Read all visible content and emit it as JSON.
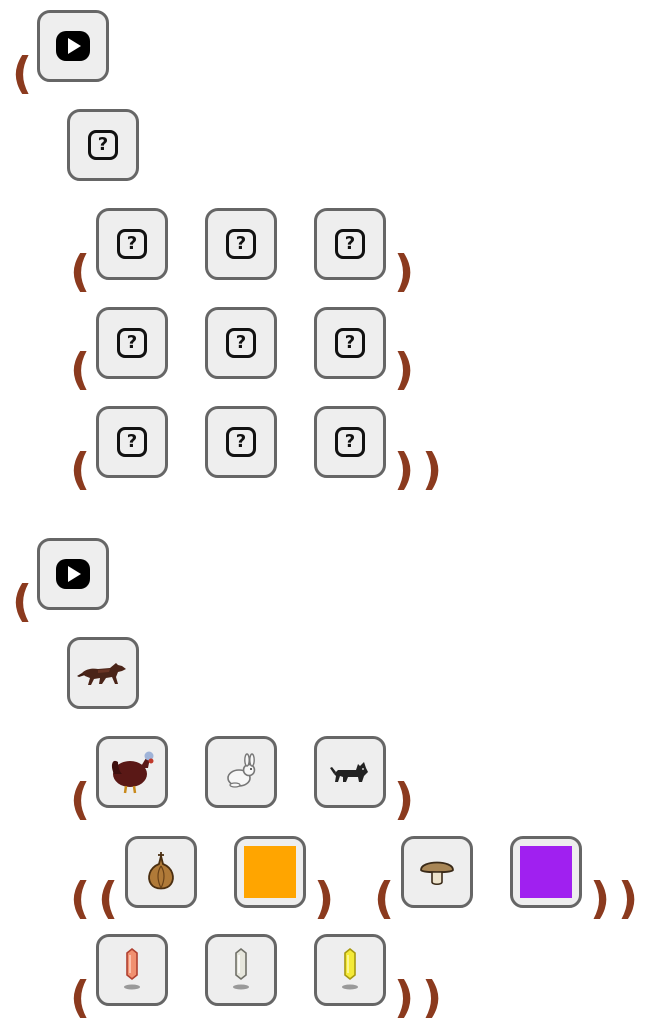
{
  "colors": {
    "paren": "#8b3a1e",
    "tile_border": "#666666",
    "tile_bg": "#eeeeee",
    "orange_swatch": "#ffa500",
    "purple_swatch": "#a020f0"
  },
  "glyphs": {
    "open_paren": "(",
    "close_paren": ")",
    "unknown": "?"
  },
  "puzzle_top": {
    "start_icon": "play-button-icon",
    "root": "unknown",
    "rows": [
      [
        "unknown",
        "unknown",
        "unknown"
      ],
      [
        "unknown",
        "unknown",
        "unknown"
      ],
      [
        "unknown",
        "unknown",
        "unknown"
      ]
    ]
  },
  "puzzle_bottom": {
    "start_icon": "play-button-icon",
    "root": "wolf-icon",
    "row1": [
      "turkey-icon",
      "rabbit-icon",
      "black-cat-icon"
    ],
    "row2_groups": [
      [
        "onion-icon",
        "orange-swatch"
      ],
      [
        "mushroom-icon",
        "purple-swatch"
      ]
    ],
    "row3": [
      "orange-crystal-icon",
      "white-crystal-icon",
      "yellow-crystal-icon"
    ]
  }
}
